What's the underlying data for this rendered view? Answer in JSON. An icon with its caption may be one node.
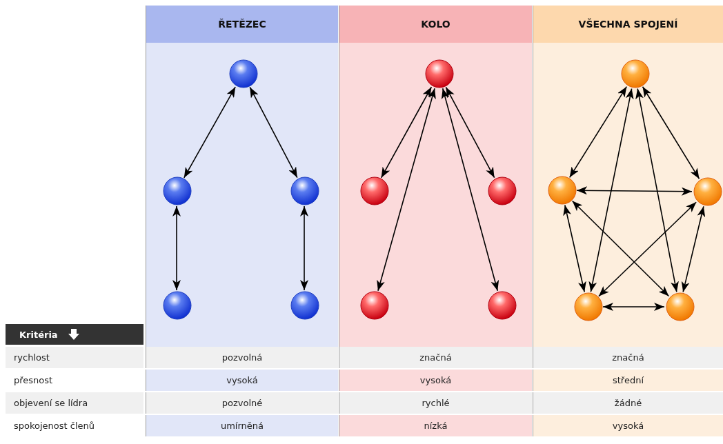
{
  "diagram": {
    "nodes": [
      {
        "text": [
          "ŘETĚZEC"
        ]
      },
      {
        "text": [
          "KOLO"
        ]
      },
      {
        "text": [
          "VŠECHNA SPOJENÍ"
        ]
      },
      {
        "text": [],
        "shape": "circle",
        "in": 0
      },
      {
        "text": [],
        "shape": "circle",
        "in": 0
      },
      {
        "text": [],
        "shape": "circle",
        "in": 0
      },
      {
        "text": [],
        "shape": "circle",
        "in": 0
      },
      {
        "text": [],
        "shape": "circle",
        "in": 0
      },
      {
        "text": [],
        "shape": "circle",
        "in": 1
      },
      {
        "text": [],
        "shape": "circle",
        "in": 1
      },
      {
        "text": [],
        "shape": "circle",
        "in": 1
      },
      {
        "text": [],
        "shape": "circle",
        "in": 1
      },
      {
        "text": [],
        "shape": "circle",
        "in": 1
      },
      {
        "text": [],
        "shape": "circle",
        "in": 2
      },
      {
        "text": [],
        "shape": "circle",
        "in": 2
      },
      {
        "text": [],
        "shape": "circle",
        "in": 2
      },
      {
        "text": [],
        "shape": "circle",
        "in": 2
      },
      {
        "text": [],
        "shape": "circle",
        "in": 2
      }
    ],
    "edges": [
      {
        "from": 3,
        "to": 4,
        "arrow": "both"
      },
      {
        "from": 3,
        "to": 5,
        "arrow": "both"
      },
      {
        "from": 4,
        "to": 6,
        "arrow": "both"
      },
      {
        "from": 5,
        "to": 7,
        "arrow": "both"
      },
      {
        "from": 8,
        "to": 9,
        "arrow": "both"
      },
      {
        "from": 8,
        "to": 10,
        "arrow": "both"
      },
      {
        "from": 8,
        "to": 11,
        "arrow": "both"
      },
      {
        "from": 8,
        "to": 12,
        "arrow": "both"
      },
      {
        "from": 13,
        "to": 14,
        "arrow": "both"
      },
      {
        "from": 13,
        "to": 15,
        "arrow": "both"
      },
      {
        "from": 13,
        "to": 16,
        "arrow": "both"
      },
      {
        "from": 13,
        "to": 17,
        "arrow": "both"
      },
      {
        "from": 14,
        "to": 15,
        "arrow": "both"
      },
      {
        "from": 14,
        "to": 16,
        "arrow": "both"
      },
      {
        "from": 14,
        "to": 17,
        "arrow": "both"
      },
      {
        "from": 15,
        "to": 16,
        "arrow": "both"
      },
      {
        "from": 15,
        "to": 17,
        "arrow": "both"
      },
      {
        "from": 16,
        "to": 17,
        "arrow": "both"
      }
    ],
    "labels": [
      "Kritéria",
      "rychlost",
      "pozvolná",
      "značná",
      "značná",
      "přesnost",
      "vysoká",
      "vysoká",
      "střední",
      "objevení se lídra",
      "pozvolné",
      "rychlé",
      "žádné",
      "spokojenost členů",
      "umírněná",
      "nízká",
      "vysoká"
    ]
  }
}
